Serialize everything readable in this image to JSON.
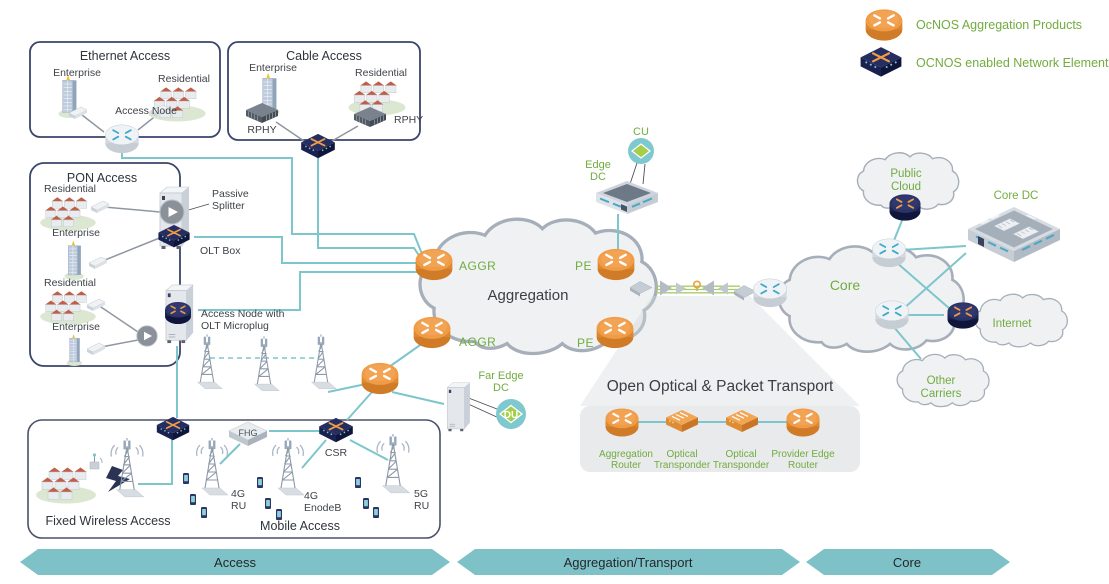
{
  "colors": {
    "accent_orange": "#EE9742",
    "navy": "#232B5E",
    "line_teal": "#7CC6CC",
    "label_green": "#71AC3F",
    "band_teal": "#7EC2C8",
    "cloud_gray": "#A6AFB9"
  },
  "legend": {
    "aggregation_products": "OcNOS Aggregation Products",
    "enabled_element": "OCNOS enabled Network Element"
  },
  "ethernet_access": {
    "title": "Ethernet Access",
    "enterprise": "Enterprise",
    "residential": "Residential",
    "access_node": "Access Node"
  },
  "cable_access": {
    "title": "Cable Access",
    "enterprise": "Enterprise",
    "residential": "Residential",
    "rphy_left": "RPHY",
    "rphy_right": "RPHY"
  },
  "pon_access": {
    "title": "PON Access",
    "residential_1": "Residential",
    "enterprise_1": "Enterprise",
    "residential_2": "Residential",
    "enterprise_2": "Enterprise",
    "passive_splitter": [
      "Passive",
      "Splitter"
    ],
    "olt_box": "OLT Box",
    "access_node_olt": [
      "Access Node with",
      "OLT Microplug"
    ]
  },
  "mobile_access": {
    "title": "Mobile Access",
    "fixed_wireless": "Fixed Wireless Access",
    "fhg": "FHG",
    "csr": "CSR",
    "ru_4g": [
      "4G",
      "RU"
    ],
    "enodeb_4g": [
      "4G",
      "EnodeB"
    ],
    "ru_5g": [
      "5G",
      "RU"
    ]
  },
  "aggregation": {
    "title": "Aggregation",
    "aggr_top": "AGGR",
    "aggr_bottom": "AGGR",
    "pe_top": "PE",
    "pe_bottom": "PE"
  },
  "edge_dc": {
    "label": [
      "Edge",
      "DC"
    ],
    "cu": "CU"
  },
  "far_edge_dc": {
    "label": [
      "Far Edge",
      "DC"
    ],
    "du": "DU"
  },
  "transport": {
    "title": "Open Optical & Packet Transport",
    "devices": [
      [
        "Aggregation",
        "Router"
      ],
      [
        "Optical",
        "Transponder"
      ],
      [
        "Optical",
        "Transponder"
      ],
      [
        "Provider Edge",
        "Router"
      ]
    ]
  },
  "core": {
    "title": "Core",
    "public_cloud": [
      "Public",
      "Cloud"
    ],
    "core_dc": "Core DC",
    "internet": "Internet",
    "other_carriers": [
      "Other",
      "Carriers"
    ]
  },
  "bands": {
    "access": "Access",
    "aggregation_transport": "Aggregation/Transport",
    "core": "Core"
  }
}
